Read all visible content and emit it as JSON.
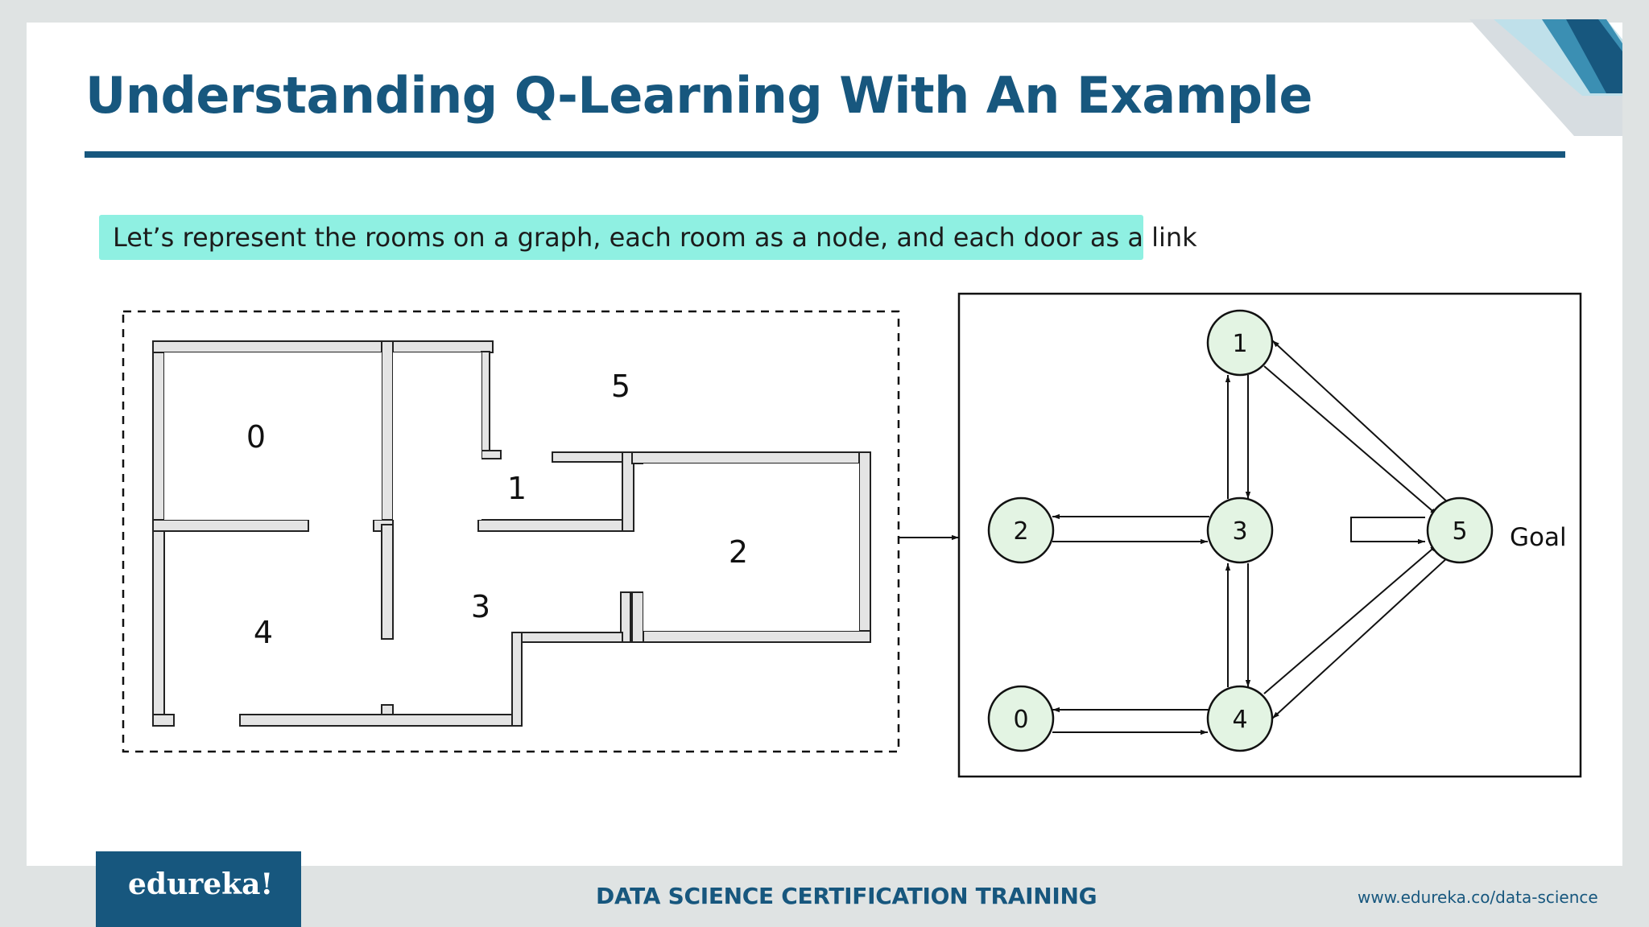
{
  "slide": {
    "title": "Understanding Q-Learning With An Example",
    "callout": "Let’s represent the rooms on a graph, each room as a node, and each door as a link"
  },
  "floorplan": {
    "room_labels": [
      "0",
      "1",
      "2",
      "3",
      "4",
      "5"
    ]
  },
  "graph": {
    "nodes": [
      "0",
      "1",
      "2",
      "3",
      "4",
      "5"
    ],
    "goal_label": "Goal",
    "edges": [
      [
        "1",
        "3"
      ],
      [
        "3",
        "1"
      ],
      [
        "1",
        "5"
      ],
      [
        "5",
        "1"
      ],
      [
        "2",
        "3"
      ],
      [
        "3",
        "2"
      ],
      [
        "3",
        "4"
      ],
      [
        "4",
        "3"
      ],
      [
        "4",
        "5"
      ],
      [
        "5",
        "4"
      ],
      [
        "0",
        "4"
      ],
      [
        "4",
        "0"
      ],
      [
        "5",
        "5"
      ]
    ]
  },
  "footer": {
    "logo": "edureka!",
    "course": "DATA SCIENCE CERTIFICATION TRAINING",
    "url": "www.edureka.co/data-science"
  },
  "colors": {
    "brand": "#17577e",
    "callout_bg": "#8ff0e2",
    "node_fill": "#e3f4e3"
  }
}
